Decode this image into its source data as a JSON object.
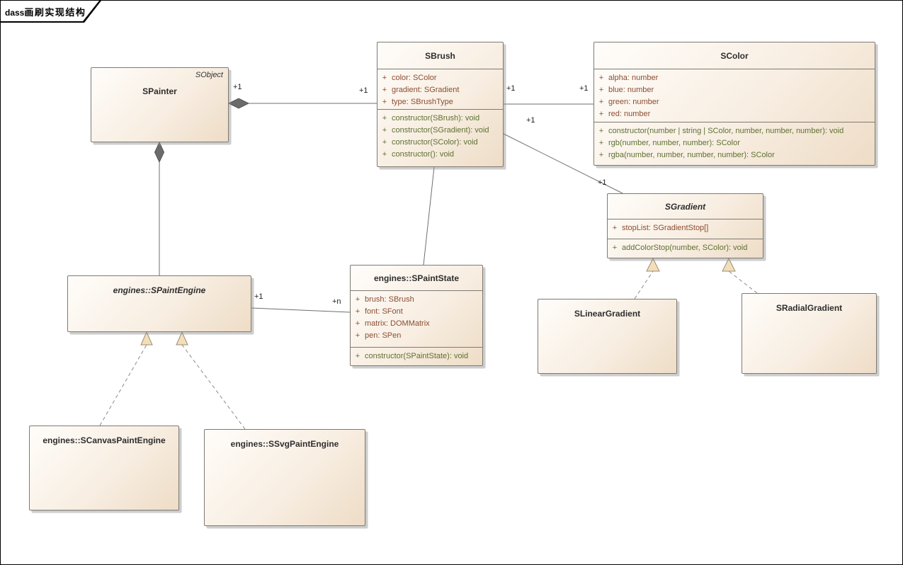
{
  "frame": {
    "diagram_type": "dass",
    "title": "画刷实现结构"
  },
  "colors": {
    "fill-light": "#fffdfa",
    "fill-mid": "#f8eee2",
    "fill-dark": "#eedcc6",
    "border": "#7d7a74",
    "title": "#2e2e2e",
    "attr": "#8b4d32",
    "op": "#5d7030",
    "line": "#6e6e6e",
    "diamond": "#6b6b6b",
    "tri-fill": "#f2debb",
    "tri-stroke": "#9a8f72",
    "mult": "#222222"
  },
  "classes": {
    "spainter": {
      "stereotype": "SObject",
      "name": "SPainter"
    },
    "sbrush": {
      "name": "SBrush",
      "attributes": [
        {
          "vis": "+",
          "text": "color: SColor"
        },
        {
          "vis": "+",
          "text": "gradient: SGradient"
        },
        {
          "vis": "+",
          "text": "type: SBrushType"
        }
      ],
      "operations": [
        {
          "vis": "+",
          "text": "constructor(SBrush): void"
        },
        {
          "vis": "+",
          "text": "constructor(SGradient): void"
        },
        {
          "vis": "+",
          "text": "constructor(SColor): void"
        },
        {
          "vis": "+",
          "text": "constructor(): void"
        }
      ]
    },
    "scolor": {
      "name": "SColor",
      "attributes": [
        {
          "vis": "+",
          "text": "alpha: number"
        },
        {
          "vis": "+",
          "text": "blue: number"
        },
        {
          "vis": "+",
          "text": "green: number"
        },
        {
          "vis": "+",
          "text": "red: number"
        }
      ],
      "operations": [
        {
          "vis": "+",
          "text": "constructor(number | string | SColor, number, number, number): void"
        },
        {
          "vis": "+",
          "text": "rgb(number, number, number): SColor"
        },
        {
          "vis": "+",
          "text": "rgba(number, number, number, number): SColor"
        }
      ]
    },
    "sgradient": {
      "name": "SGradient",
      "attributes": [
        {
          "vis": "+",
          "text": "stopList: SGradientStop[]"
        }
      ],
      "operations": [
        {
          "vis": "+",
          "text": "addColorStop(number, SColor): void"
        }
      ]
    },
    "spaintstate": {
      "name": "engines::SPaintState",
      "attributes": [
        {
          "vis": "+",
          "text": "brush: SBrush"
        },
        {
          "vis": "+",
          "text": "font: SFont"
        },
        {
          "vis": "+",
          "text": "matrix: DOMMatrix"
        },
        {
          "vis": "+",
          "text": "pen: SPen"
        }
      ],
      "operations": [
        {
          "vis": "+",
          "text": "constructor(SPaintState): void"
        }
      ]
    },
    "spaintengine": {
      "name": "engines::SPaintEngine"
    },
    "slineargradient": {
      "name": "SLinearGradient"
    },
    "sradialgradient": {
      "name": "SRadialGradient"
    },
    "scanvaspaintengine": {
      "name": "engines::SCanvasPaintEngine"
    },
    "ssvgpaintengine": {
      "name": "engines::SSvgPaintEngine"
    }
  },
  "connectors": {
    "painter_brush": {
      "type": "composition",
      "source_mult": "+1",
      "target_mult": "+1"
    },
    "painter_engine": {
      "type": "composition"
    },
    "brush_color": {
      "type": "association",
      "source_mult": "+1",
      "target_mult": "+1"
    },
    "brush_gradient": {
      "type": "association",
      "source_mult": "+1",
      "target_mult": "+1"
    },
    "brush_paintstate": {
      "type": "association"
    },
    "engine_state": {
      "type": "association",
      "source_mult": "+1",
      "target_mult": "+n"
    },
    "linear_gradient_gen": {
      "type": "generalization"
    },
    "radial_gradient_gen": {
      "type": "generalization"
    },
    "canvas_engine_gen": {
      "type": "generalization"
    },
    "svg_engine_gen": {
      "type": "generalization"
    }
  }
}
